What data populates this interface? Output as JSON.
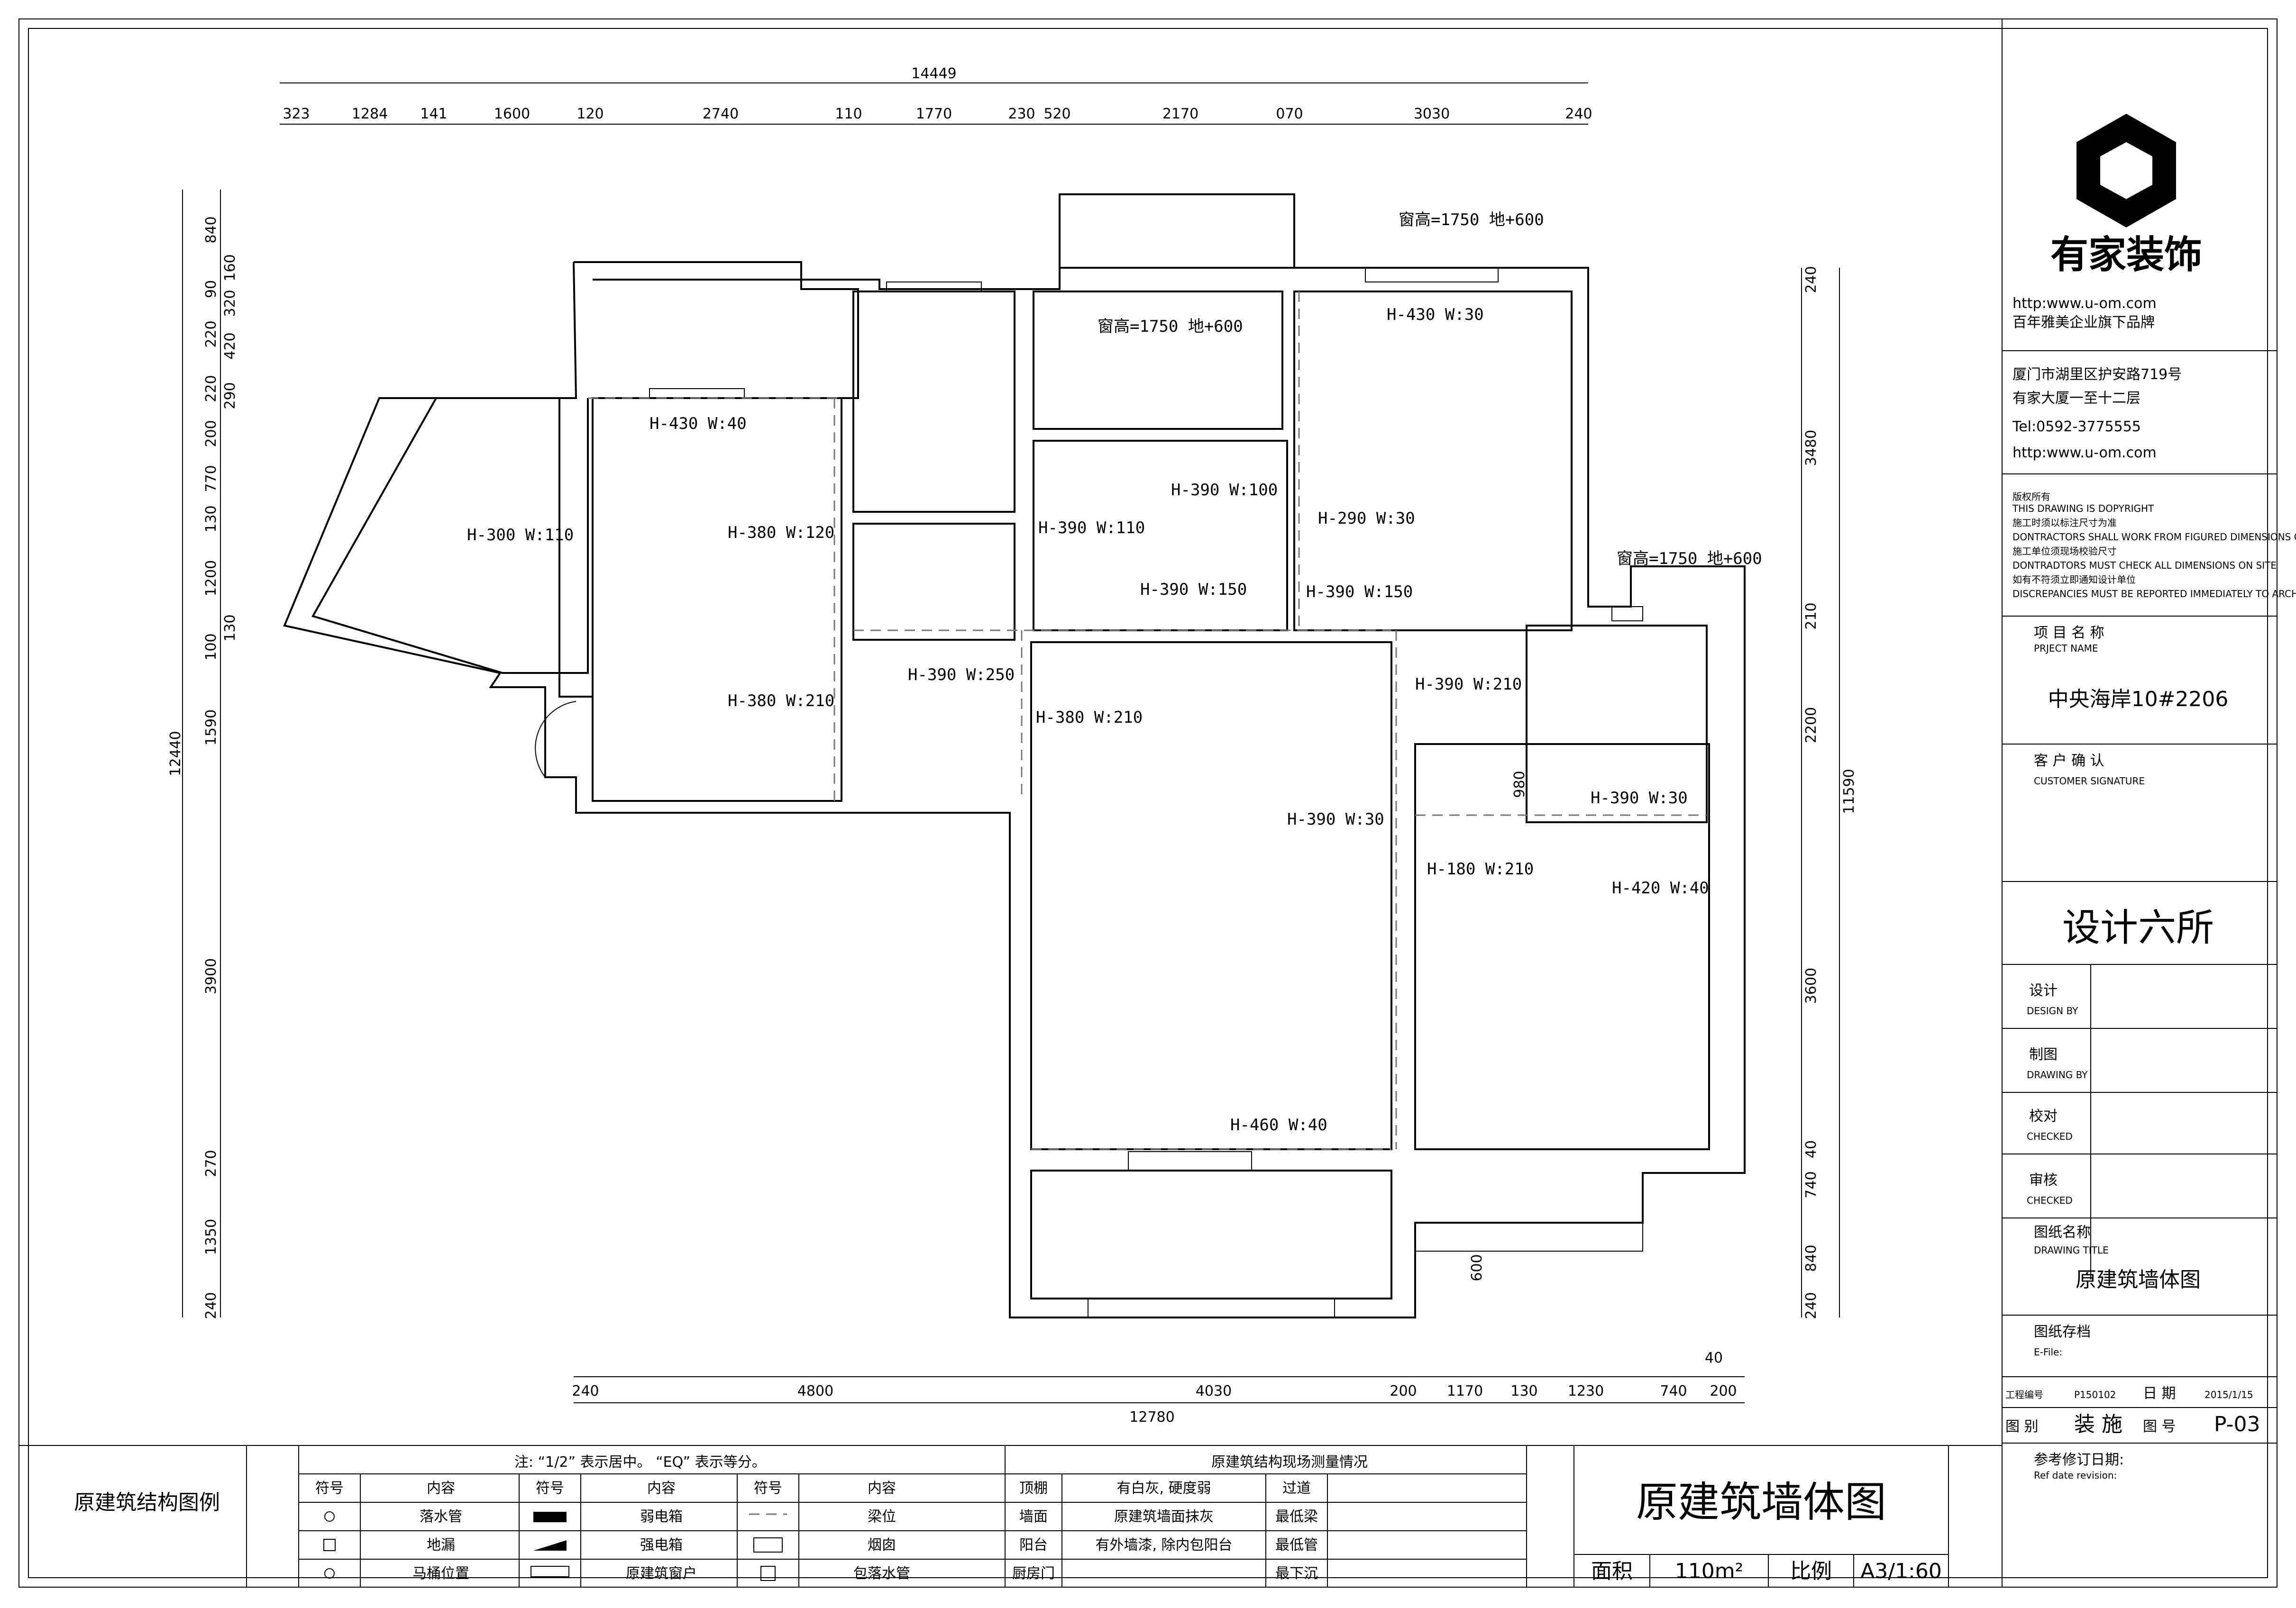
{
  "dims": {
    "top_total": "14449",
    "top_parts": [
      "323",
      "1284",
      "141",
      "1600",
      "120",
      "2740",
      "110",
      "1770",
      "230",
      "520",
      "2170",
      "070",
      "3030",
      "240"
    ],
    "bottom_total": "12780",
    "bottom_parts": [
      "240",
      "4800",
      "4030",
      "200",
      "1170",
      "130",
      "1230",
      "740",
      "200"
    ],
    "bottom_extra": "40",
    "left_total": "12440",
    "left_parts": [
      "840",
      "90",
      "220",
      "220",
      "200",
      "770",
      "130",
      "1200",
      "100",
      "1590",
      "3900",
      "270",
      "1350",
      "240"
    ],
    "left_inner": [
      "160",
      "320",
      "420",
      "290",
      "130"
    ],
    "right_total": "11590",
    "right_parts": [
      "240",
      "3480",
      "210",
      "2200",
      "3600",
      "40",
      "740",
      "840",
      "240"
    ],
    "small_600": "600",
    "small_980": "980"
  },
  "notes": {
    "win_top_right": "窗高=1750 地+600",
    "win_top_mid": "窗高=1750 地+600",
    "win_right": "窗高=1750 地+600",
    "n_h430_w30": "H-430 W:30",
    "n_h430_w40": "H-430 W:40",
    "n_h300_w110": "H-300 W:110",
    "n_h380_w120": "H-380 W:120",
    "n_h390_w110": "H-390 W:110",
    "n_h390_w100": "H-390 W:100",
    "n_h290_w30": "H-290 W:30",
    "n_h390_w150a": "H-390 W:150",
    "n_h390_w150b": "H-390 W:150",
    "n_h390_w250": "H-390 W:250",
    "n_h380_w210a": "H-380 W:210",
    "n_h380_w210b": "H-380 W:210",
    "n_h390_w210": "H-390 W:210",
    "n_h390_w30a": "H-390 W:30",
    "n_h390_w30b": "H-390 W:30",
    "n_h180_w210": "H-180 W:210",
    "n_h420_w40": "H-420 W:40",
    "n_h460_w40": "H-460 W:40"
  },
  "title_block": {
    "brand": "有家装饰",
    "brand_url": "http:www.u-om.com",
    "brand_slogan": "百年雅美企业旗下品牌",
    "address_1": "厦门市湖里区护安路719号",
    "address_2": "有家大厦一至十二层",
    "tel": "Tel:0592-3775555",
    "url": "http:www.u-om.com",
    "copyright_cn": "版权所有",
    "copyright_en": "THIS DRAWING IS DOPYRIGHT",
    "note_1": "施工时须以标注尺寸为准",
    "note_1_en": "DONTRACTORS SHALL WORK FROM FIGURED DIMENSIONS ONLY",
    "note_2": "施工单位须现场校验尺寸",
    "note_2_en": "DONTRADTORS MUST CHECK ALL DIMENSIONS ON SITE",
    "note_3": "如有不符须立即通知设计单位",
    "note_3_en": "DISCREPANCIES MUST BE REPORTED IMMEDIATELY TO ARCHITECTS",
    "project_label": "项 目 名 称",
    "project_label_en": "PRJECT NAME",
    "project_name": "中央海岸10#2206",
    "client_label": "客 户 确 认",
    "client_label_en": "CUSTOMER SIGNATURE",
    "design_studio": "设计六所",
    "design_label": "设计",
    "design_label_en": "DESIGN BY",
    "drawing_label": "制图",
    "drawing_label_en": "DRAWING BY",
    "check_label": "校对",
    "check_label_en": "CHECKED",
    "review_label": "审核",
    "review_label_en": "CHECKED",
    "drawing_name_label": "图纸名称",
    "drawing_name_label_en": "DRAWING TITLE",
    "drawing_name": "原建筑墙体图",
    "archive_label": "图纸存档",
    "archive_label_en": "E-File:",
    "project_no_label": "工程编号",
    "project_no": "P150102",
    "date_label": "日  期",
    "date": "2015/1/15",
    "category_label": "图  别",
    "category": "装 施",
    "sheet_no_label": "图  号",
    "sheet_no": "P-03",
    "revision_label": "参考修订日期:",
    "revision_label_en": "Ref date revision:"
  },
  "legend": {
    "title": "原建筑结构图例",
    "note": "注: “1/2” 表示居中。 “EQ” 表示等分。",
    "col_symbol": "符号",
    "col_content": "内容",
    "rows": [
      [
        "落水管",
        "弱电箱",
        "梁位"
      ],
      [
        "地漏",
        "强电箱",
        "烟囱"
      ],
      [
        "马桶位置",
        "原建筑窗户",
        "包落水管"
      ]
    ]
  },
  "survey": {
    "title": "原建筑结构现场测量情况",
    "rows": [
      [
        "顶棚",
        "有白灰, 硬度弱",
        "过道"
      ],
      [
        "墙面",
        "原建筑墙面抹灰",
        "最低梁"
      ],
      [
        "阳台",
        "有外墙漆, 除内包阳台",
        "最低管"
      ],
      [
        "厨房门",
        "",
        "最下沉"
      ]
    ]
  },
  "footer": {
    "title": "原建筑墙体图",
    "area_label": "面积",
    "area": "110m²",
    "scale_label": "比例",
    "scale": "A3/1:60"
  }
}
